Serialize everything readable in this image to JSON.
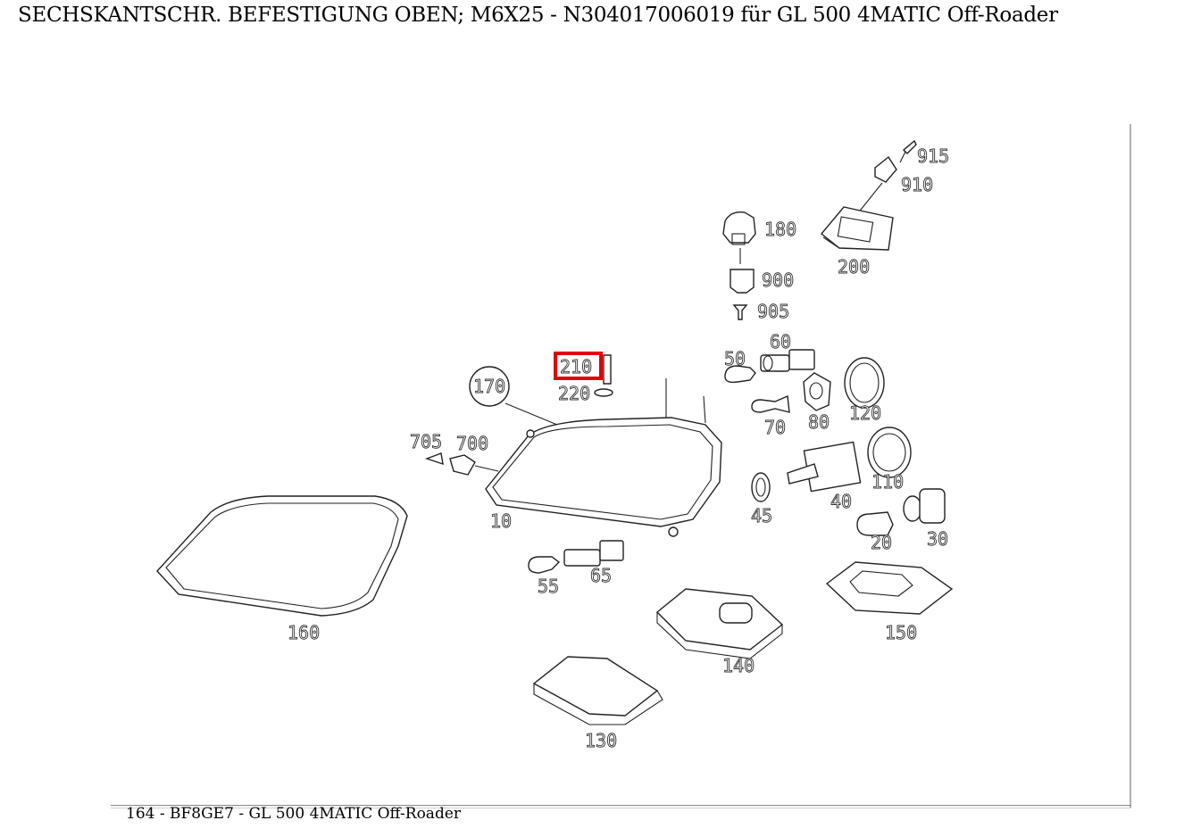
{
  "title": "SECHSKANTSCHR. BEFESTIGUNG OBEN; M6X25 - N304017006019 für GL 500 4MATIC Off-Roader",
  "footer": "164 - BF8GE7 - GL 500 4MATIC Off-Roader",
  "highlight_color": "#e00000",
  "highlighted_part": "210",
  "labels": {
    "p915": "915",
    "p910": "910",
    "p180": "180",
    "p200": "200",
    "p900": "900",
    "p905": "905",
    "p60": "60",
    "p50": "50",
    "p210": "210",
    "p220": "220",
    "p170": "170",
    "p80": "80",
    "p120": "120",
    "p70": "70",
    "p705": "705",
    "p700": "700",
    "p110": "110",
    "p40": "40",
    "p10": "10",
    "p45": "45",
    "p20": "20",
    "p30": "30",
    "p55": "55",
    "p65": "65",
    "p150": "150",
    "p160": "160",
    "p140": "140",
    "p130": "130"
  }
}
